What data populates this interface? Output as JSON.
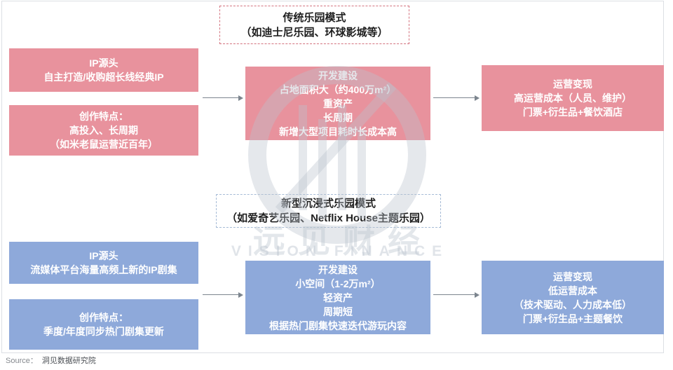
{
  "colors": {
    "traditional_box": "#e8929d",
    "immersive_box": "#8ea9da",
    "traditional_title_border": "#d4737f",
    "immersive_title_border": "#a6bbd6",
    "arrow": "#7c858e"
  },
  "traditional": {
    "title_line1": "传统乐园模式",
    "title_line2": "（如迪士尼乐园、环球影城等）",
    "ip_box": {
      "l1": "IP源头",
      "l2": "自主打造/收购超长线经典IP"
    },
    "creation_box": {
      "l1": "创作特点：",
      "l2": "高投入、长周期",
      "l3": "（如米老鼠运营近百年）"
    },
    "dev_box": {
      "l1": "开发建设",
      "l2": "占地面积大（约400万m²）",
      "l3": "重资产",
      "l4": "长周期",
      "l5": "新增大型项目耗时长成本高"
    },
    "ops_box": {
      "l1": "运营变现",
      "l2": "高运营成本（人员、维护）",
      "l3": "门票+衍生品+餐饮酒店"
    }
  },
  "immersive": {
    "title_line1": "新型沉浸式乐园模式",
    "title_line2": "（如爱奇艺乐园、Netflix House主题乐园）",
    "ip_box": {
      "l1": "IP源头",
      "l2": "流媒体平台海量高频上新的IP剧集"
    },
    "creation_box": {
      "l1": "创作特点：",
      "l2": "季度/年度同步热门剧集更新"
    },
    "dev_box": {
      "l1": "开发建设",
      "l2": "小空间（1-2万m²）",
      "l3": "轻资产",
      "l4": "周期短",
      "l5": "根据热门剧集快速迭代游玩内容"
    },
    "ops_box": {
      "l1": "运营变现",
      "l2": "低运营成本",
      "l3": "（技术驱动、人力成本低）",
      "l4": "门票+衍生品+主题餐饮"
    }
  },
  "watermark": {
    "cn": "远见财经",
    "en": "VISION FINANCE"
  },
  "footer": {
    "source_label": "Source：",
    "source_value": "洞见数据研究院"
  }
}
